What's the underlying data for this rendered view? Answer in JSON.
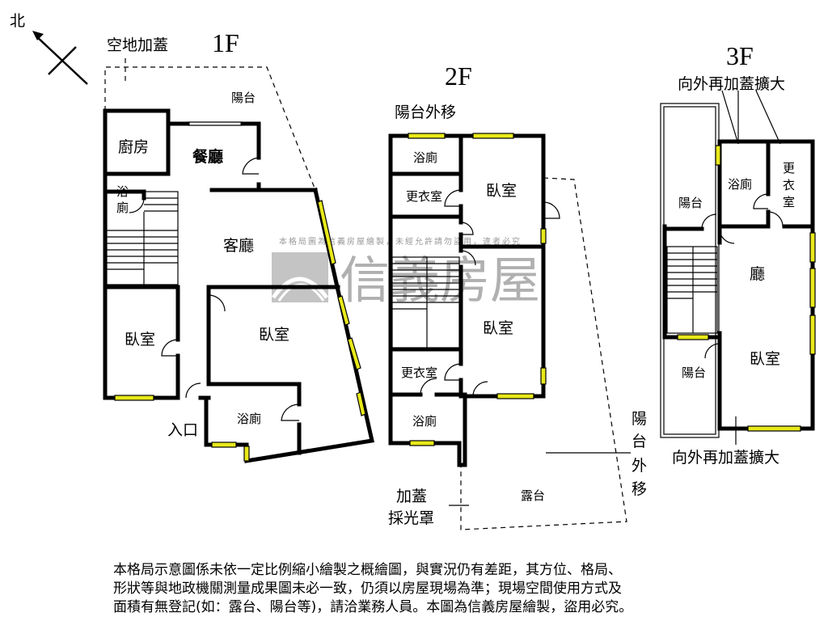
{
  "compass": {
    "north_label": "北"
  },
  "floor1": {
    "title": "1F",
    "annotation": "空地加蓋",
    "rooms": {
      "balcony": "陽台",
      "kitchen": "廚房",
      "dining": "餐廳",
      "bath_small_1": "浴",
      "bath_small_2": "廁",
      "living": "客廳",
      "bedroom_left": "臥室",
      "bedroom_right": "臥室",
      "bath": "浴廁",
      "entrance": "入口"
    }
  },
  "floor2": {
    "title": "2F",
    "annotation_balcony_moved": "陽台外移",
    "annotation_right": [
      "陽",
      "台",
      "外",
      "移"
    ],
    "annotation_skylight": [
      "加蓋",
      "採光罩"
    ],
    "rooms": {
      "bath_top": "浴廁",
      "closet_top": "更衣室",
      "bedroom_top": "臥室",
      "bedroom_mid": "臥室",
      "closet_bottom": "更衣室",
      "bath_bottom": "浴廁",
      "terrace": "露台"
    }
  },
  "floor3": {
    "title": "3F",
    "annotation_top": "向外再加蓋擴大",
    "annotation_bottom": "向外再加蓋擴大",
    "rooms": {
      "balcony_top": "陽台",
      "bath": "浴廁",
      "closet": [
        "更",
        "衣",
        "室"
      ],
      "hall": "廳",
      "balcony_bottom": "陽台",
      "bedroom": "臥室"
    }
  },
  "watermark": {
    "brand": "信義房屋",
    "notice": "本格局圖為信義房屋繪製，未經允許請勿盜用，違者必究"
  },
  "disclaimer": [
    "本格局示意圖係未依一定比例縮小繪製之概繪圖，與實況仍有差距，其方位、格局、",
    "形狀等與地政機關測量成果圖未必一致，仍須以房屋現場為準；現場空間使用方式及",
    "面積有無登記(如：露台、陽台等)，請洽業務人員。本圖為信義房屋繪製，盜用必究。"
  ],
  "colors": {
    "wall": "#000000",
    "window": "#e8e81a",
    "watermark": "#9a9a9a"
  }
}
